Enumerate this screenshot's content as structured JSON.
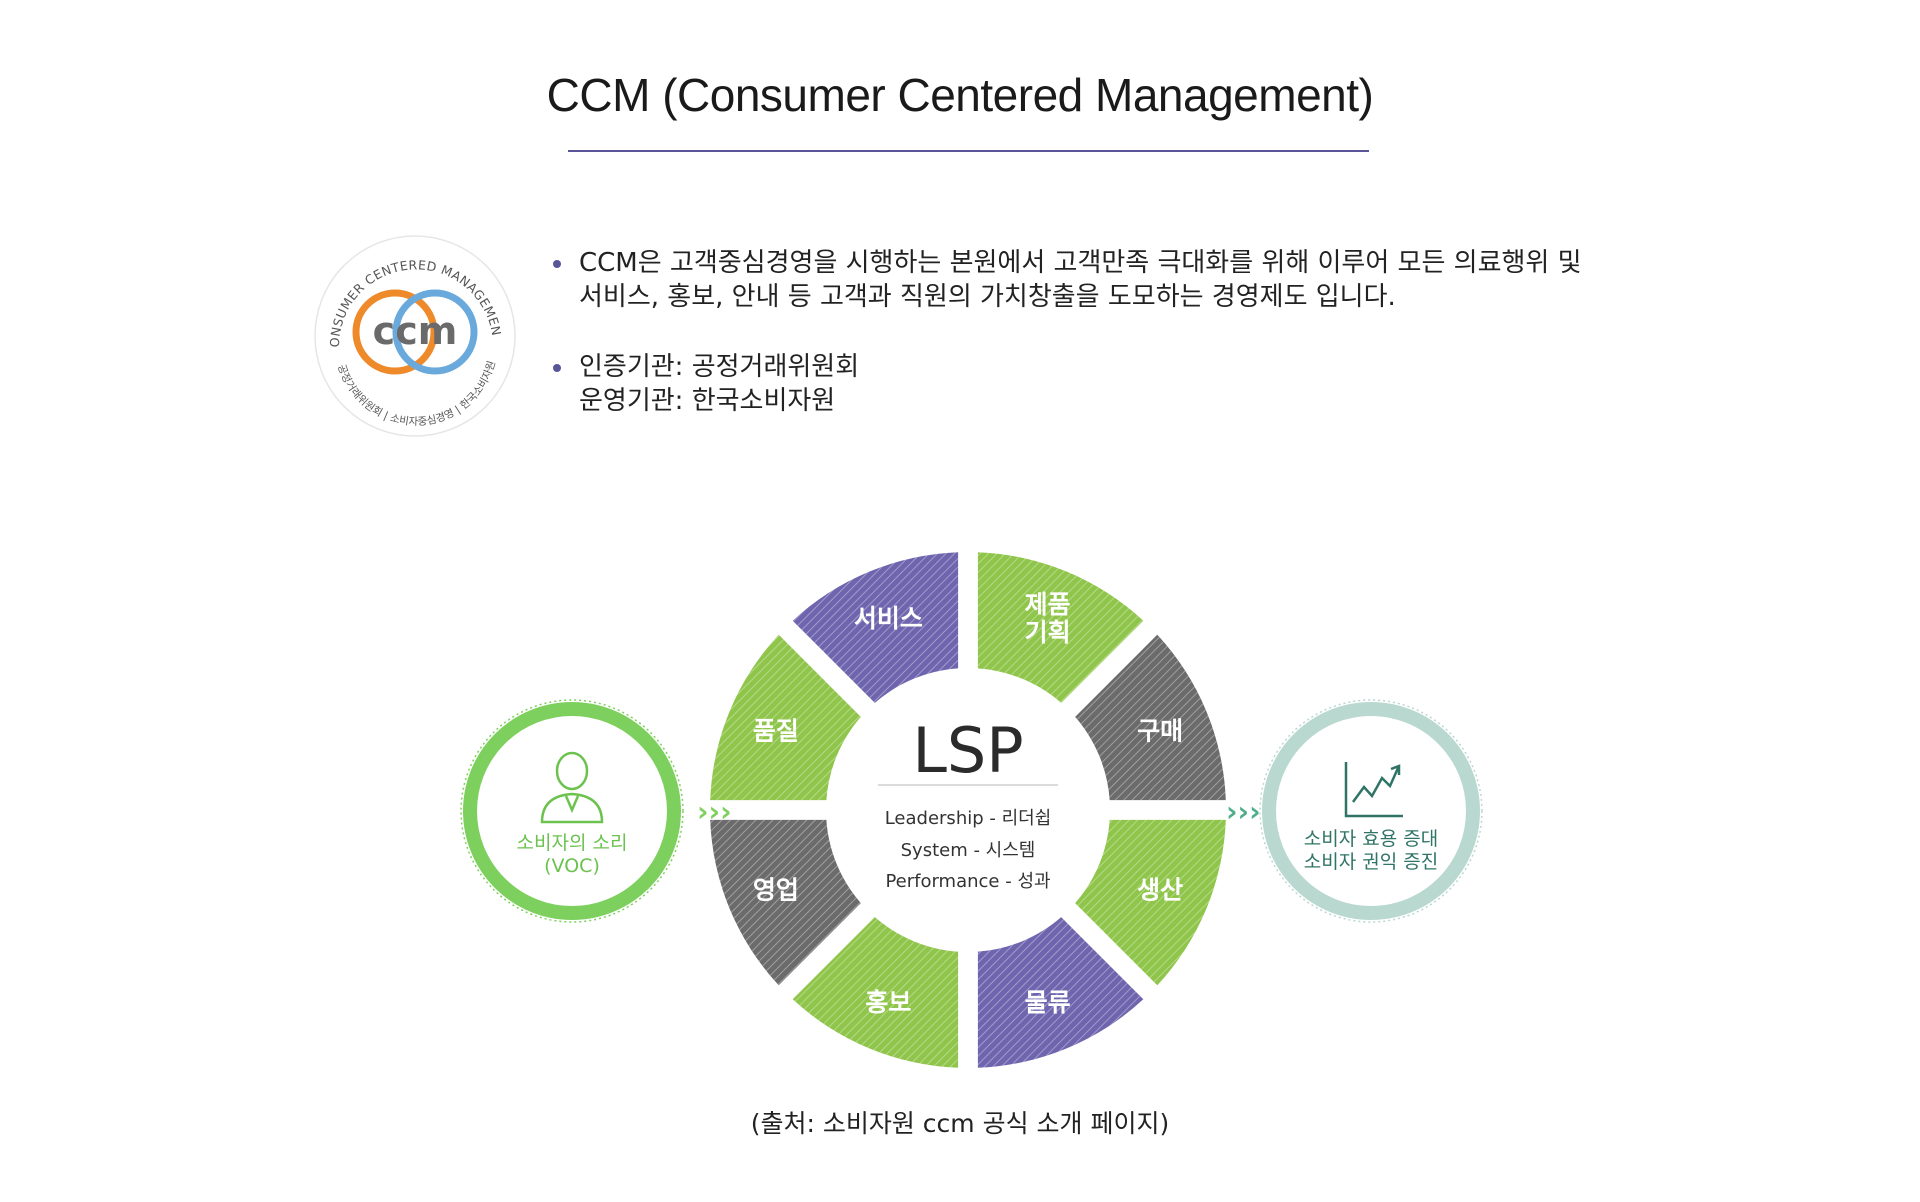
{
  "header": {
    "title": "CCM (Consumer Centered Management)"
  },
  "badge": {
    "logo_text": "ccm",
    "ring_text_top": "CONSUMER CENTERED MANAGEMENT",
    "ring_text_bottom": "공정거래위원회 | 소비자중심경영 | 한국소비자원"
  },
  "info": {
    "bullets": [
      {
        "lines": [
          "CCM은 고객중심경영을 시행하는 본원에서 고객만족 극대화를 위해 이루어 모든 의료행위 및",
          "서비스, 홍보, 안내 등 고객과 직원의 가치창출을 도모하는 경영제도 입니다."
        ]
      },
      {
        "lines": [
          "인증기관: 공정거래위원회",
          "운영기관: 한국소비자원"
        ]
      }
    ]
  },
  "diagram": {
    "center": {
      "title": "LSP",
      "lines": [
        "Leadership - 리더쉽",
        "System - 시스템",
        "Performance - 성과"
      ]
    },
    "segments": [
      {
        "label": [
          "서비스"
        ],
        "color": "#6f65ae"
      },
      {
        "label": [
          "제품",
          "기획"
        ],
        "color": "#8fc54a"
      },
      {
        "label": [
          "구매"
        ],
        "color": "#6b6b6b"
      },
      {
        "label": [
          "생산"
        ],
        "color": "#8fc54a"
      },
      {
        "label": [
          "물류"
        ],
        "color": "#6f65ae"
      },
      {
        "label": [
          "홍보"
        ],
        "color": "#8fc54a"
      },
      {
        "label": [
          "영업"
        ],
        "color": "#6b6b6b"
      },
      {
        "label": [
          "품질"
        ],
        "color": "#8fc54a"
      }
    ],
    "left": {
      "lines": [
        "소비자의 소리",
        "(VOC)"
      ],
      "color": "#7ed05e",
      "icon": "person-icon"
    },
    "right": {
      "lines": [
        "소비자 효용 증대",
        "소비자 권익 증진"
      ],
      "color": "#b8d8d0",
      "text_color": "#2f7466",
      "icon": "growth-chart-icon"
    },
    "arrow_left": "›››",
    "arrow_right": "›››"
  },
  "footer": {
    "source": "(출처: 소비자원 ccm 공식 소개 페이지)"
  }
}
